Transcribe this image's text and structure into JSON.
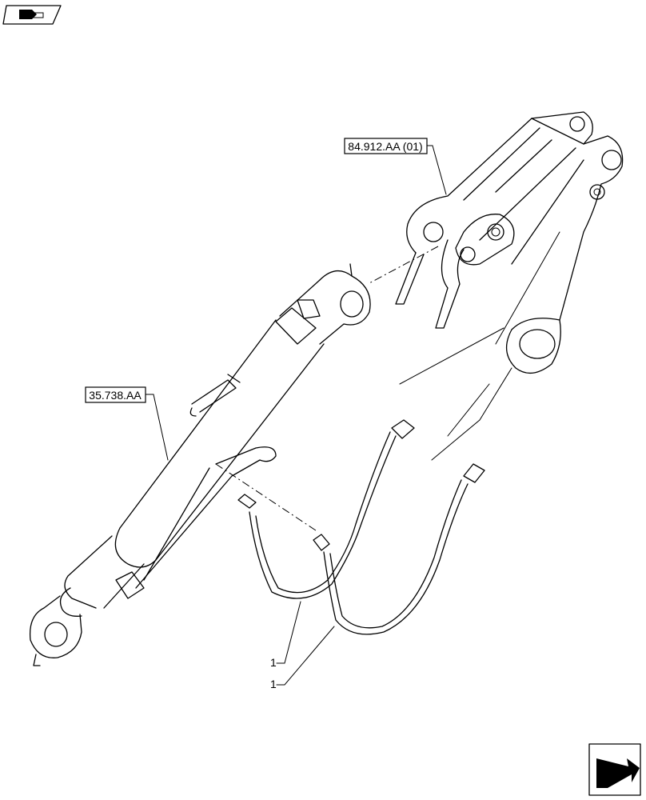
{
  "callouts": {
    "ref_arm": "84.912.AA (01)",
    "ref_cylinder": "35.738.AA",
    "item_1a": "1",
    "item_1b": "1"
  },
  "icons": {
    "top_left": "previous-page-icon",
    "bottom_right": "next-page-icon"
  }
}
